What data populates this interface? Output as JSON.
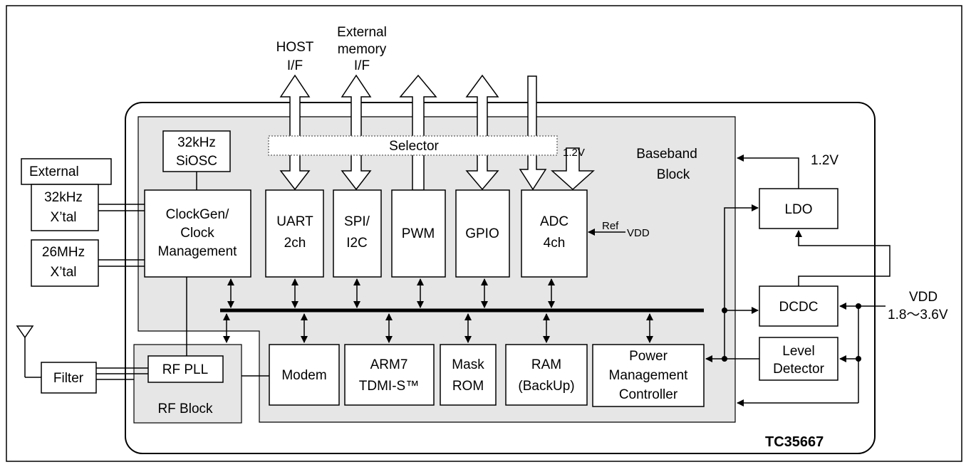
{
  "interfaces": {
    "host_line1": "HOST",
    "host_line2": "I/F",
    "extmem_line1": "External",
    "extmem_line2": "memory",
    "extmem_line3": "I/F"
  },
  "selector": "Selector",
  "voltage_1v2_small": "1.2V",
  "voltage_1v2": "1.2V",
  "baseband": {
    "line1": "Baseband",
    "line2": "Block"
  },
  "siosc": {
    "line1": "32kHz",
    "line2": "SiOSC"
  },
  "external_label": "External",
  "xtal32": {
    "line1": "32kHz",
    "line2": "X’tal"
  },
  "xtal26": {
    "line1": "26MHz",
    "line2": "X’tal"
  },
  "clockgen": {
    "line1": "ClockGen/",
    "line2": "Clock",
    "line3": "Management"
  },
  "uart": {
    "line1": "UART",
    "line2": "2ch"
  },
  "spi": {
    "line1": "SPI/",
    "line2": "I2C"
  },
  "pwm": "PWM",
  "gpio": "GPIO",
  "adc": {
    "line1": "ADC",
    "line2": "4ch"
  },
  "ref_label": "Ref",
  "ref_vdd": "VDD",
  "ldo": "LDO",
  "dcdc": "DCDC",
  "vdd": {
    "line1": "VDD",
    "line2": "1.8～3.6V"
  },
  "level_detector": {
    "line1": "Level",
    "line2": "Detector"
  },
  "filter": "Filter",
  "rf_pll": "RF PLL",
  "rf_block": "RF Block",
  "modem": "Modem",
  "arm": {
    "line1": "ARM7",
    "line2": "TDMI-S™"
  },
  "maskrom": {
    "line1": "Mask",
    "line2": "ROM"
  },
  "ram": {
    "line1": "RAM",
    "line2": "(BackUp)"
  },
  "pmc": {
    "line1": "Power",
    "line2": "Management",
    "line3": "Controller"
  },
  "chip_name": "TC35667",
  "colors": {
    "block_fill": "#e6e6e6",
    "line": "#000000",
    "background": "#ffffff"
  }
}
